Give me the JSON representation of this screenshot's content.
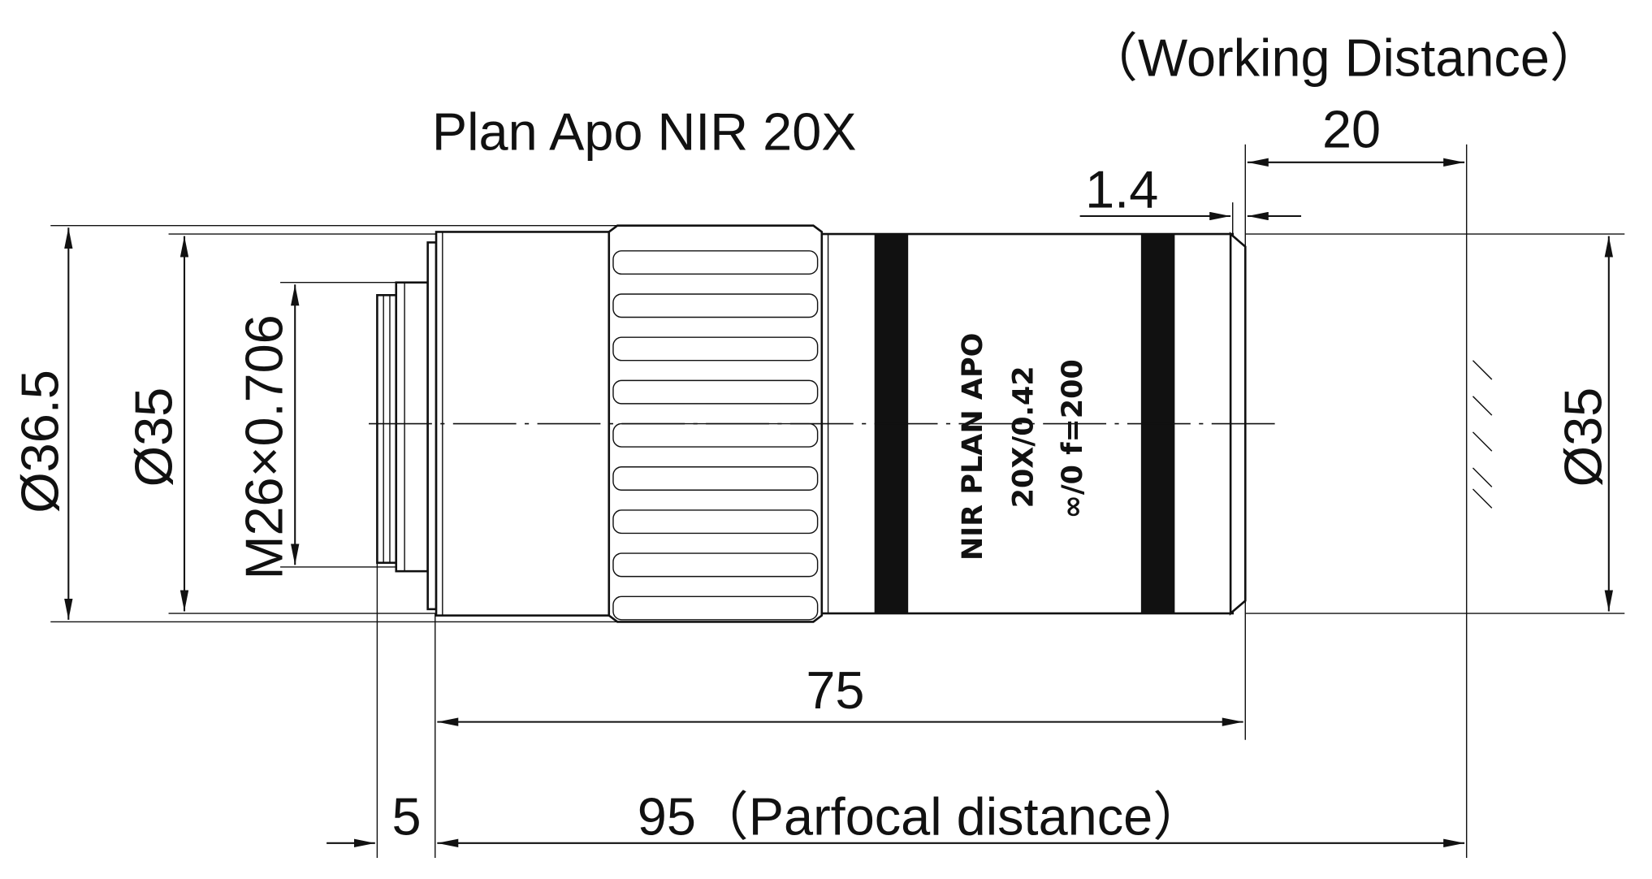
{
  "title": "Plan Apo NIR 20X",
  "working_distance_label": "（Working Distance）",
  "dimensions": {
    "working_distance": "20",
    "cover": "1.4",
    "outer_diameter": "Ø36.5",
    "body_diameter_left": "Ø35",
    "thread": "M26×0.706",
    "body_diameter_right": "Ø35",
    "length": "75",
    "thread_length": "5",
    "parfocal": "95（Parfocal distance）"
  },
  "engraving": {
    "line1": "NIR PLAN APO",
    "line2": "20X/0.42",
    "line3": "∞/0 f=200"
  }
}
